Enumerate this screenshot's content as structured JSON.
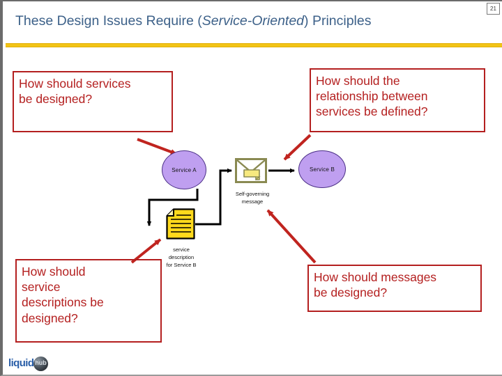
{
  "slide": {
    "page_number": "21",
    "title_parts": {
      "prefix": "These Design Issues Require (",
      "italic": "Service-Oriented",
      "suffix": ") Principles"
    },
    "title_full": "These Design Issues Require (Service-Oriented) Principles",
    "accent_rule_color": "#f2c416",
    "title_color": "#3d6189",
    "callout_color": "#b41f1f"
  },
  "callouts": [
    {
      "id": "services",
      "text": "How should services\nbe designed?"
    },
    {
      "id": "relation",
      "text": "How should the\nrelationship between\nservices be defined?"
    },
    {
      "id": "descriptions",
      "text": "How should\nservice\ndescriptions be\ndesigned?"
    },
    {
      "id": "messages",
      "text": "How should messages\nbe designed?"
    }
  ],
  "diagram": {
    "nodes": [
      {
        "id": "service-a",
        "label": "Service A",
        "shape": "ellipse",
        "fill": "#bf9ff0",
        "stroke": "#4b2f86"
      },
      {
        "id": "service-b",
        "label": "Service B",
        "shape": "ellipse",
        "fill": "#bf9ff0",
        "stroke": "#4b2f86"
      }
    ],
    "message": {
      "icon": "envelope-icon",
      "caption": "Self-governing\nmessage"
    },
    "document": {
      "icon": "document-icon",
      "caption": "service\ndescription\nfor Service B"
    }
  },
  "logo": {
    "word": "liquid",
    "orb_text": "hub"
  }
}
